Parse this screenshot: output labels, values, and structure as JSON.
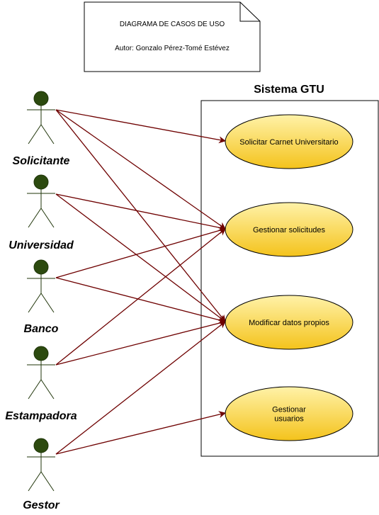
{
  "note": {
    "line1": "DIAGRAMA DE CASOS DE USO",
    "line2": "Autor: Gonzalo Pérez-Tomé Estévez"
  },
  "system": {
    "title": "Sistema GTU"
  },
  "actors": [
    {
      "id": "solicitante",
      "label": "Solicitante"
    },
    {
      "id": "universidad",
      "label": "Universidad"
    },
    {
      "id": "banco",
      "label": "Banco"
    },
    {
      "id": "estampadora",
      "label": "Estampadora"
    },
    {
      "id": "gestor",
      "label": "Gestor"
    }
  ],
  "use_cases": [
    {
      "id": "solicitar",
      "lines": [
        "Solicitar Carnet Universitario"
      ]
    },
    {
      "id": "gestionar-solicitudes",
      "lines": [
        "Gestionar solicitudes"
      ]
    },
    {
      "id": "modificar",
      "lines": [
        "Modificar datos propios"
      ]
    },
    {
      "id": "gestionar-usuarios",
      "lines": [
        "Gestionar",
        "usuarios"
      ]
    }
  ],
  "associations": [
    {
      "from": "solicitante",
      "to": "solicitar"
    },
    {
      "from": "solicitante",
      "to": "gestionar-solicitudes"
    },
    {
      "from": "solicitante",
      "to": "modificar"
    },
    {
      "from": "universidad",
      "to": "gestionar-solicitudes"
    },
    {
      "from": "universidad",
      "to": "modificar"
    },
    {
      "from": "banco",
      "to": "gestionar-solicitudes"
    },
    {
      "from": "banco",
      "to": "modificar"
    },
    {
      "from": "estampadora",
      "to": "gestionar-solicitudes"
    },
    {
      "from": "estampadora",
      "to": "modificar"
    },
    {
      "from": "gestor",
      "to": "modificar"
    },
    {
      "from": "gestor",
      "to": "gestionar-usuarios"
    }
  ],
  "colors": {
    "actor_fill": "#2c4a0f",
    "actor_stroke": "#1f3509",
    "line": "#6e0000",
    "usecase_top": "#fff2a8",
    "usecase_bottom": "#f4c31c",
    "usecase_stroke": "#000000"
  }
}
